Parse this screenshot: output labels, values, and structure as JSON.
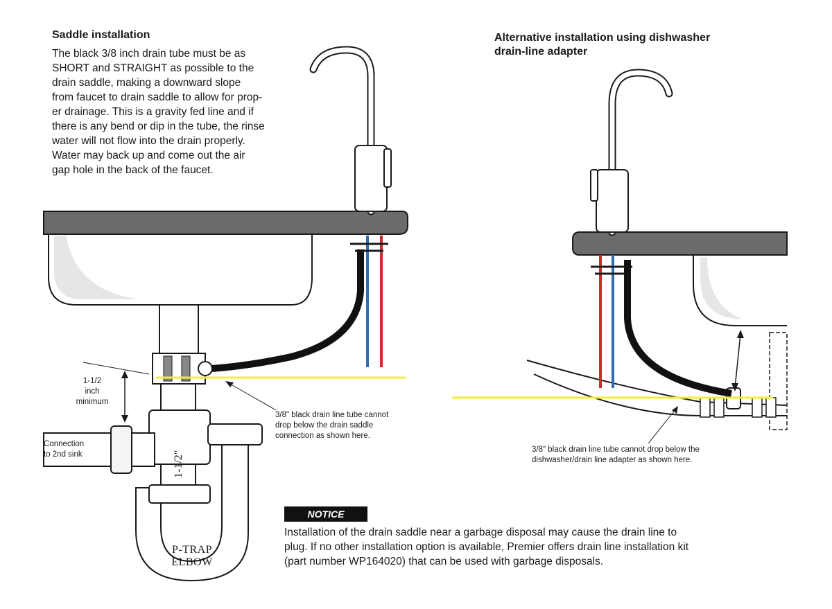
{
  "left": {
    "heading": "Saddle installation",
    "paragraph": [
      "The black 3/8 inch drain tube must be as",
      "SHORT and STRAIGHT as possible to the",
      "drain saddle, making a downward slope",
      "from faucet to drain saddle to allow for prop-",
      "er drainage. This is a gravity fed line and if",
      "there is any bend or dip in the tube, the rinse",
      "water will not flow into the drain properly.",
      "Water may back up and come out the air",
      "gap hole in the back of the faucet."
    ],
    "min_label": [
      "1-1/2",
      "inch",
      "minimum"
    ],
    "connection_label": [
      "Connection",
      "to 2nd sink"
    ],
    "pipe_label": "1-1/2\"",
    "ptrap_label": [
      "P-TRAP",
      "ELBOW"
    ],
    "callout": [
      "3/8\" black drain line tube cannot",
      "drop below the drain saddle",
      "connection as shown here."
    ]
  },
  "right": {
    "heading": [
      "Alternative installation using dishwasher",
      "drain-line adapter"
    ],
    "callout": [
      "3/8\" black drain line tube cannot drop below the",
      "dishwasher/drain line adapter as shown here."
    ]
  },
  "notice": {
    "badge": "NOTICE",
    "text": [
      "Installation of the drain saddle near a garbage disposal may cause the drain line to",
      "plug. If no other installation option is available, Premier offers drain line installation kit",
      "(part number WP164020) that can be used with garbage disposals."
    ]
  },
  "colors": {
    "ink": "#1a1a1a",
    "highlight": "#f2ee3a",
    "hot": "#cc2b2b",
    "cold": "#2f6db5",
    "counter": "#6b6b6b",
    "tube": "#111111"
  }
}
